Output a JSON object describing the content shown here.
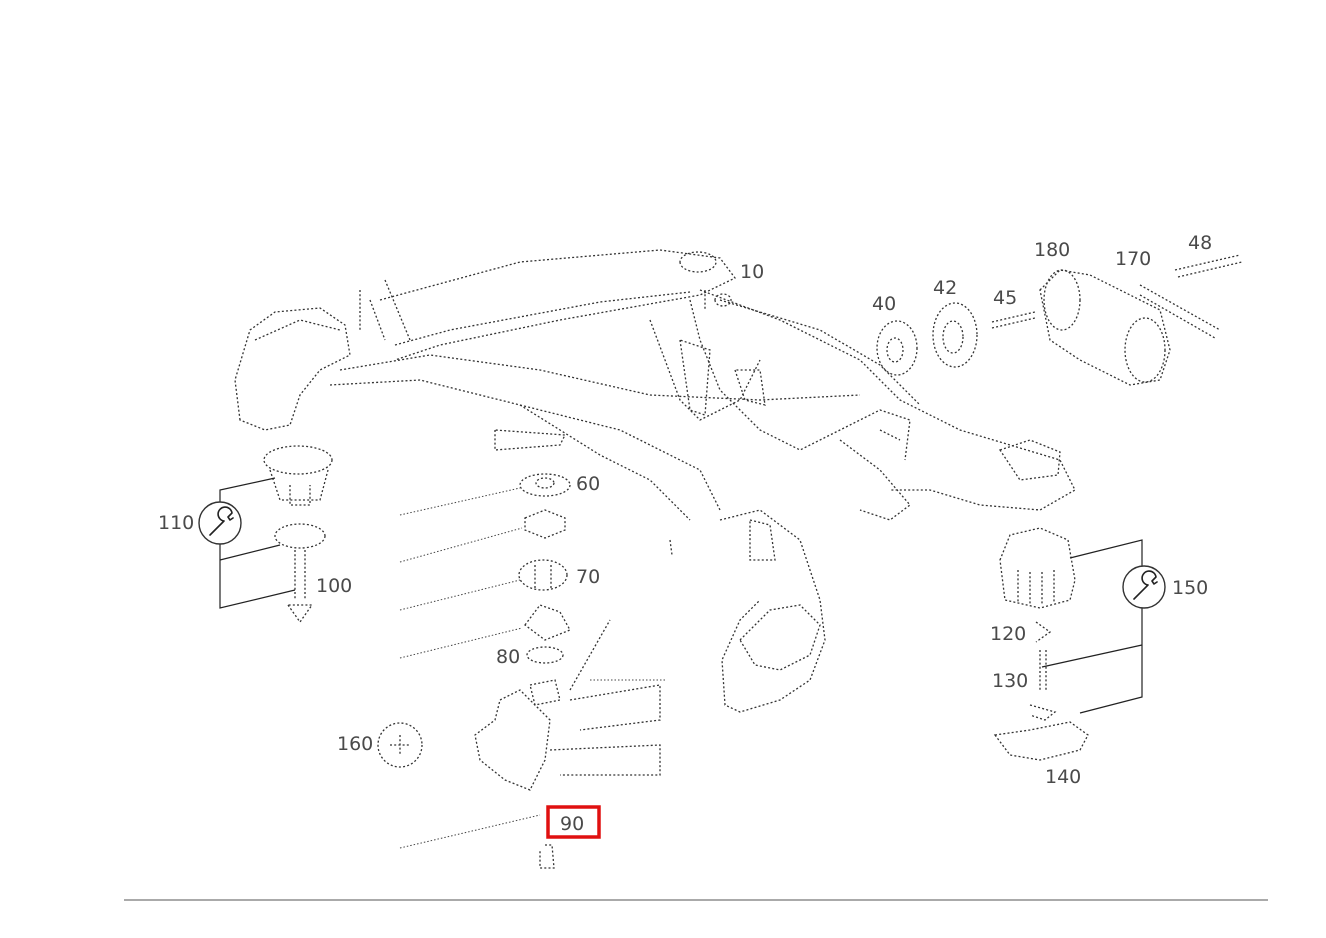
{
  "parts": [
    {
      "id": "p10",
      "label": "10"
    },
    {
      "id": "p40",
      "label": "40"
    },
    {
      "id": "p42",
      "label": "42"
    },
    {
      "id": "p45",
      "label": "45"
    },
    {
      "id": "p180",
      "label": "180"
    },
    {
      "id": "p170",
      "label": "170"
    },
    {
      "id": "p48",
      "label": "48"
    },
    {
      "id": "p60",
      "label": "60"
    },
    {
      "id": "p70",
      "label": "70"
    },
    {
      "id": "p80",
      "label": "80"
    },
    {
      "id": "p90",
      "label": "90"
    },
    {
      "id": "p100",
      "label": "100"
    },
    {
      "id": "p110",
      "label": "110"
    },
    {
      "id": "p120",
      "label": "120"
    },
    {
      "id": "p130",
      "label": "130"
    },
    {
      "id": "p140",
      "label": "140"
    },
    {
      "id": "p150",
      "label": "150"
    },
    {
      "id": "p160",
      "label": "160"
    }
  ],
  "highlighted_part": "90",
  "colors": {
    "highlight": "#e01010",
    "linework": "#222222",
    "label": "#4a4a4a"
  },
  "icons": {
    "torque_marker": "wrench-icon"
  }
}
